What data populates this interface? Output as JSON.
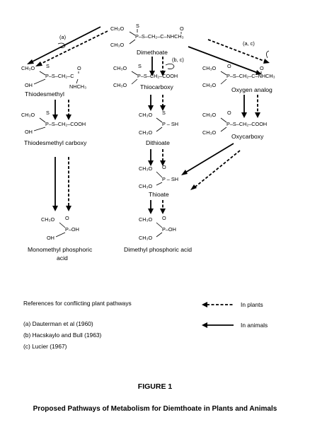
{
  "compounds": {
    "dimethoate": {
      "formula": [
        "CH₃O",
        "S",
        "P–S–CH₂–C–NHCH₃",
        "O",
        "CH₃O"
      ],
      "name": "Dimethoate"
    },
    "thiodesmethyl": {
      "formula": [
        "CH₃O",
        "S",
        "P–S–CH₂–C",
        "O",
        "OH",
        "NHCH₃"
      ],
      "name": "Thiodesmethyl"
    },
    "thiocarboxy": {
      "formula": [
        "CH₃O",
        "S",
        "P–S–CH₂–COOH",
        "CH₃O"
      ],
      "name": "Thiocarboxy"
    },
    "oxygen_analog": {
      "formula": [
        "CH₃O",
        "O",
        "P–S–CH₂–C–NHCH₃",
        "O",
        "CH₃O"
      ],
      "name": "Oxygen analog"
    },
    "thiodesmethyl_carboxy": {
      "formula": [
        "CH₃O",
        "S",
        "P–S–CH₂–COOH",
        "OH"
      ],
      "name": "Thiodesmethyl carboxy"
    },
    "dithioate": {
      "formula": [
        "CH₃O",
        "S",
        "P – SH",
        "CH₃O"
      ],
      "name": "Dithioate"
    },
    "oxycarboxy": {
      "formula": [
        "CH₃O",
        "O",
        "P–S–CH₂–COOH",
        "CH₃O"
      ],
      "name": "Oxycarboxy"
    },
    "thioate": {
      "formula": [
        "CH₃O",
        "O",
        "P – SH",
        "CH₃O"
      ],
      "name": "Thioate"
    },
    "monomethyl_phosphoric_acid": {
      "formula": [
        "CH₃O",
        "O",
        "P–OH",
        "OH"
      ],
      "name_lines": [
        "Monomethyl phosphoric",
        "acid"
      ]
    },
    "dimethyl_phosphoric_acid": {
      "formula": [
        "CH₃O",
        "O",
        "P–OH",
        "CH₃O"
      ],
      "name": "Dimethyl phosphoric acid"
    }
  },
  "pathway_refs": {
    "a": "(a)",
    "bc": "(b, c)",
    "ac": "(a, c)"
  },
  "references": {
    "heading": "References for conflicting plant pathways",
    "items": [
      "(a)  Dauterman et al (1960)",
      "(b)  Hacskaylo and Bull (1963)",
      "(c)  Lucier (1967)"
    ]
  },
  "legend": {
    "plants": "In plants",
    "animals": "In animals"
  },
  "caption": {
    "figure": "FIGURE 1",
    "title": "Proposed Pathways of Metabolism for Diemthoate in Plants and Animals"
  }
}
